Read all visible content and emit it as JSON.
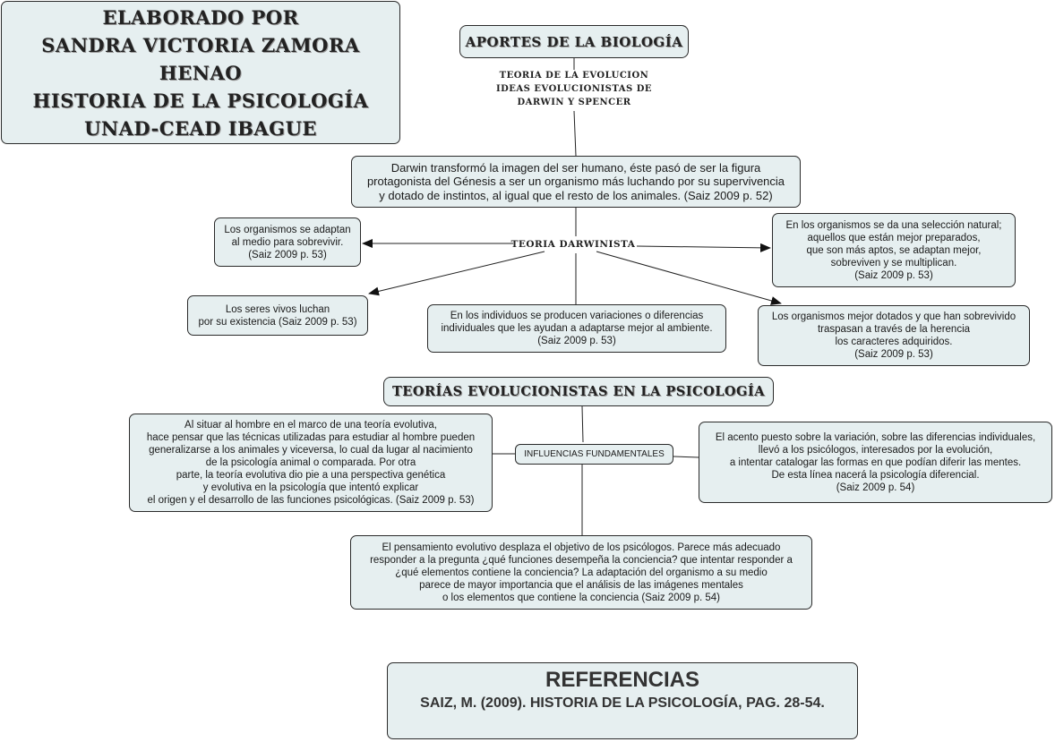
{
  "author_block": {
    "lines": "ELABORADO POR\nSANDRA VICTORIA ZAMORA HENAO\nHISTORIA DE LA PSICOLOGÍA\nUNAD-CEAD IBAGUE"
  },
  "main_title": "APORTES DE LA BIOLOGÍA",
  "evolution_caption": "TEORIA DE LA EVOLUCION\nIDEAS EVOLUCIONISTAS DE\nDARWIN Y SPENCER",
  "darwin_summary": "Darwin transformó la imagen del ser humano, éste pasó de ser la figura\nprotagonista del Génesis a ser un organismo más luchando por su supervivencia\ny dotado de instintos, al igual que el resto de los animales. (Saiz 2009 p. 52)",
  "darwinist_theory": {
    "label": "TEORIA DARWINISTA",
    "adapt": "Los organismos se adaptan\nal medio para sobrevivir.\n(Saiz 2009 p. 53)",
    "struggle": "Los seres vivos luchan\npor su existencia (Saiz 2009 p. 53)",
    "variation": "En los individuos se producen variaciones o diferencias\nindividuales que les ayudan a adaptarse mejor al ambiente.\n(Saiz 2009 p. 53)",
    "selection": "En los organismos se da una selección natural;\naquellos que están mejor preparados,\nque son más aptos, se adaptan mejor,\nsobreviven y se multiplican.\n(Saiz 2009 p. 53)",
    "inheritance": "Los organismos mejor dotados y que han sobrevivido\ntraspasan a través de la herencia\nlos caracteres adquiridos.\n(Saiz 2009 p. 53)"
  },
  "psychology": {
    "title": "TEORÍAS EVOLUCIONISTAS EN LA PSICOLOGÍA",
    "influences_label": "INFLUENCIAS FUNDAMENTALES",
    "left": "Al situar al hombre en el marco de una teoría evolutiva,\nhace pensar que las técnicas utilizadas para estudiar al hombre pueden\ngeneralizarse a los animales y viceversa, lo cual da lugar al nacimiento\nde la psicología animal o comparada. Por otra\nparte, la teoría evolutiva dio pie a una perspectiva genética\ny evolutiva en la psicología que intentó explicar\nel origen y el desarrollo de las funciones psicológicas. (Saiz 2009 p. 53)",
    "right": "El acento puesto sobre la variación, sobre las diferencias individuales,\nllevó a los psicólogos, interesados por la evolución,\na intentar catalogar las formas en que podían diferir las mentes.\nDe esta línea nacerá la psicología diferencial.\n(Saiz 2009 p. 54)",
    "bottom": "El pensamiento evolutivo desplaza el objetivo de los psicólogos. Parece más adecuado\nresponder a la pregunta ¿qué funciones desempeña la conciencia? que intentar responder a\n¿qué elementos contiene la conciencia? La adaptación del organismo a su medio\nparece de mayor importancia que el análisis de las imágenes mentales\no los elementos que contiene la conciencia (Saiz 2009 p. 54)"
  },
  "references": {
    "title": "REFERENCIAS",
    "citation": "SAIZ, M. (2009). HISTORIA DE LA PSICOLOGÍA, PAG. 28-54."
  },
  "colors": {
    "box_fill": "#e6eff0",
    "stroke": "#2a2a2a"
  }
}
